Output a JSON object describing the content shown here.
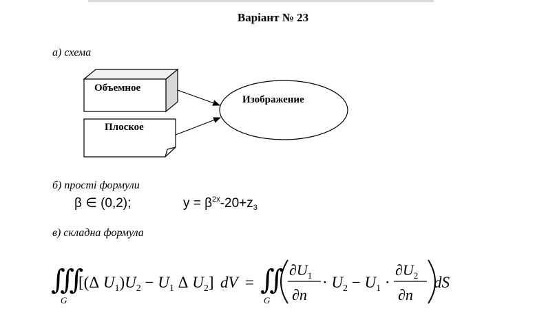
{
  "document": {
    "title": "Варіант № 23",
    "sections": {
      "a": {
        "label": "а) схема"
      },
      "b": {
        "label": "б) прості формули"
      },
      "c": {
        "label": "в) складна формула"
      }
    },
    "diagram": {
      "nodes": {
        "volumetric": "Объемное",
        "flat": "Плоское",
        "image": "Изображение"
      }
    },
    "simple_formulas": {
      "f1": {
        "beta": "β",
        "in": "∈",
        "interval": "(0,2);"
      },
      "f2": {
        "lhs": "y = β",
        "exp": "2x",
        "mid": "-20+z",
        "sub": "3"
      }
    },
    "complex_formula": {
      "integral_lhs": "∭",
      "domain_lhs": "G",
      "integral_rhs": "∬",
      "domain_rhs": "G",
      "d_v": "dV",
      "d_s": "dS",
      "equals": "="
    }
  }
}
